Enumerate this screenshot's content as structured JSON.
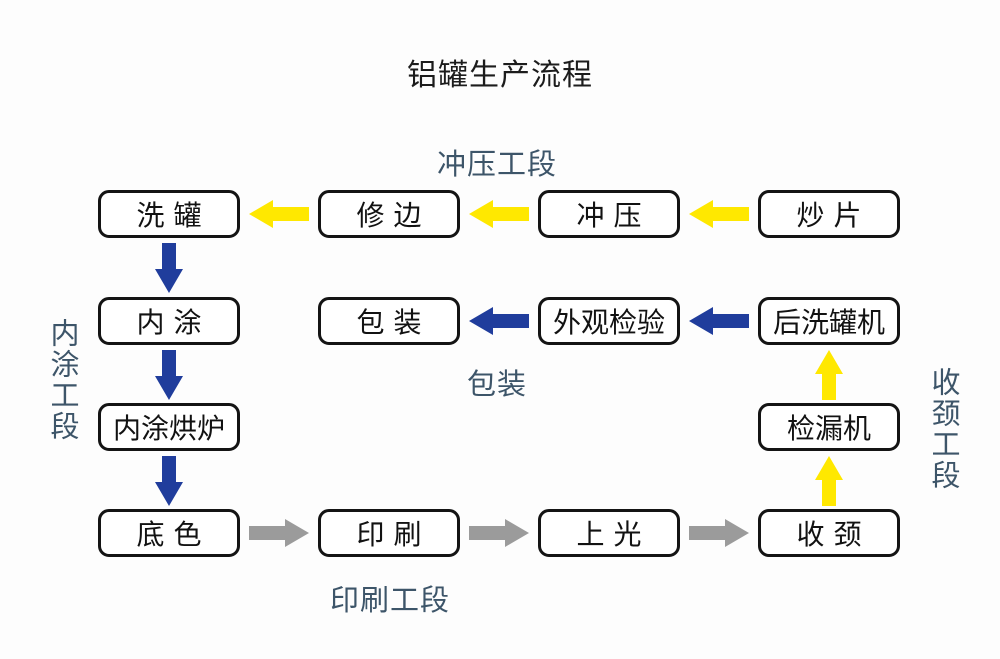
{
  "title": "铝罐生产流程",
  "section_labels": {
    "stamping": "冲压工段",
    "inner_coating": "内涂工段",
    "packing": "包装",
    "printing": "印刷工段",
    "necking": "收颈工段"
  },
  "nodes": {
    "wash_can": "洗 罐",
    "trim": "修 边",
    "stamp": "冲 压",
    "sheet_fry": "炒 片",
    "inner_coat": "内 涂",
    "pack": "包 装",
    "visual_inspect": "外观检验",
    "post_wash": "后洗罐机",
    "coat_oven": "内涂烘炉",
    "leak_test": "检漏机",
    "base_color": "底 色",
    "print": "印 刷",
    "varnish": "上 光",
    "neck": "收 颈"
  },
  "flows": [
    {
      "from": "炒 片",
      "to": "冲 压",
      "color": "yellow",
      "direction": "left"
    },
    {
      "from": "冲 压",
      "to": "修 边",
      "color": "yellow",
      "direction": "left"
    },
    {
      "from": "修 边",
      "to": "洗 罐",
      "color": "yellow",
      "direction": "left"
    },
    {
      "from": "洗 罐",
      "to": "内 涂",
      "color": "blue",
      "direction": "down"
    },
    {
      "from": "内 涂",
      "to": "内涂烘炉",
      "color": "blue",
      "direction": "down"
    },
    {
      "from": "内涂烘炉",
      "to": "底 色",
      "color": "blue",
      "direction": "down"
    },
    {
      "from": "底 色",
      "to": "印 刷",
      "color": "gray",
      "direction": "right"
    },
    {
      "from": "印 刷",
      "to": "上 光",
      "color": "gray",
      "direction": "right"
    },
    {
      "from": "上 光",
      "to": "收 颈",
      "color": "gray",
      "direction": "right"
    },
    {
      "from": "收 颈",
      "to": "检漏机",
      "color": "yellow",
      "direction": "up"
    },
    {
      "from": "检漏机",
      "to": "后洗罐机",
      "color": "yellow",
      "direction": "up"
    },
    {
      "from": "后洗罐机",
      "to": "外观检验",
      "color": "blue",
      "direction": "left"
    },
    {
      "from": "外观检验",
      "to": "包 装",
      "color": "blue",
      "direction": "left"
    }
  ],
  "colors": {
    "arrow-yellow": "#ffe800",
    "arrow-blue": "#203d9c",
    "arrow-gray": "#9b9b9b",
    "label-slate": "#3d5569",
    "box-border": "#141414",
    "background": "#fdfdfd"
  }
}
